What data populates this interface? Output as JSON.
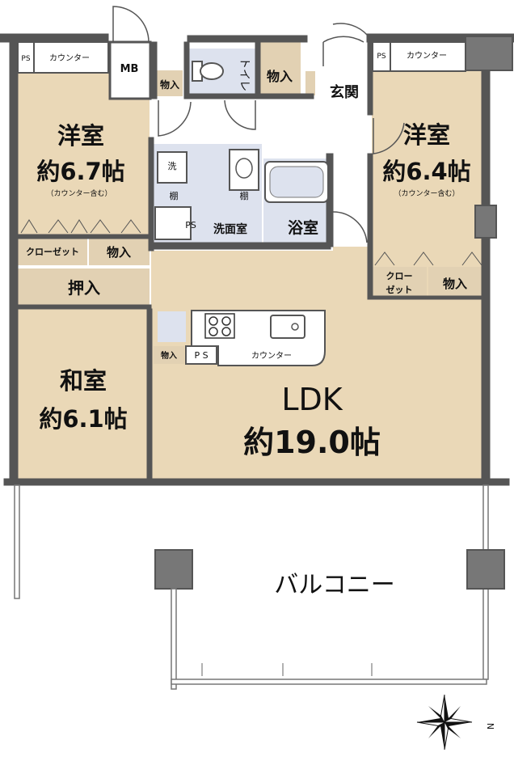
{
  "rooms": {
    "western_left": {
      "name": "洋室",
      "size": "約6.7帖",
      "note": "（カウンター含む）"
    },
    "western_right": {
      "name": "洋室",
      "size": "約6.4帖",
      "note": "（カウンター含む）"
    },
    "japanese": {
      "name": "和室",
      "size": "約6.1帖"
    },
    "ldk": {
      "name": "LDK",
      "size": "約19.0帖"
    },
    "balcony": {
      "name": "バルコニー"
    },
    "entrance": {
      "name": "玄関"
    },
    "toilet": {
      "name": "トイレ"
    },
    "washroom": {
      "name": "洗面室"
    },
    "bath": {
      "name": "浴室"
    }
  },
  "labels": {
    "ps": "PS",
    "ps_spaced": "P S",
    "counter": "カウンター",
    "mb": "MB",
    "storage": "物入",
    "closet": "クローゼット",
    "closet_line1": "クロー",
    "closet_line2": "ゼット",
    "oshiire": "押入",
    "washer": "洗",
    "shelf": "棚"
  },
  "compass": {
    "north": "N"
  },
  "colors": {
    "room_fill": "#ead8b7",
    "wet_fill": "#dde2ee",
    "storage_fill": "#e2d1b3",
    "dark_fill": "#777777",
    "wall": "#555555"
  }
}
